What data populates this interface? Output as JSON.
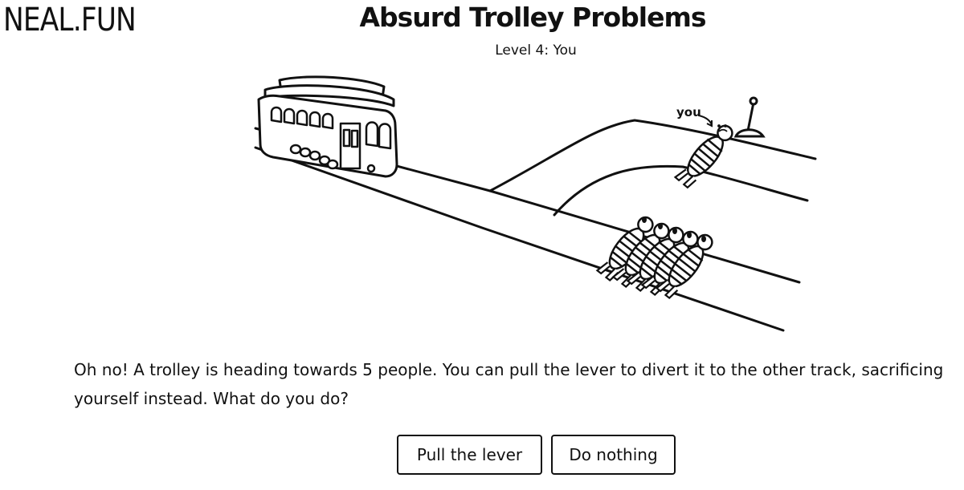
{
  "site": {
    "logo": "NEAL.FUN"
  },
  "header": {
    "title": "Absurd Trolley Problems",
    "level": "Level 4: You"
  },
  "scene": {
    "you_label": "you",
    "people_on_main_track": 5,
    "people_on_side_track": 1
  },
  "prompt": {
    "text": "Oh no! A trolley is heading towards 5 people. You can pull the lever to divert it to the other track, sacrificing yourself instead. What do you do?"
  },
  "choices": {
    "pull_label": "Pull the lever",
    "nothing_label": "Do nothing"
  }
}
